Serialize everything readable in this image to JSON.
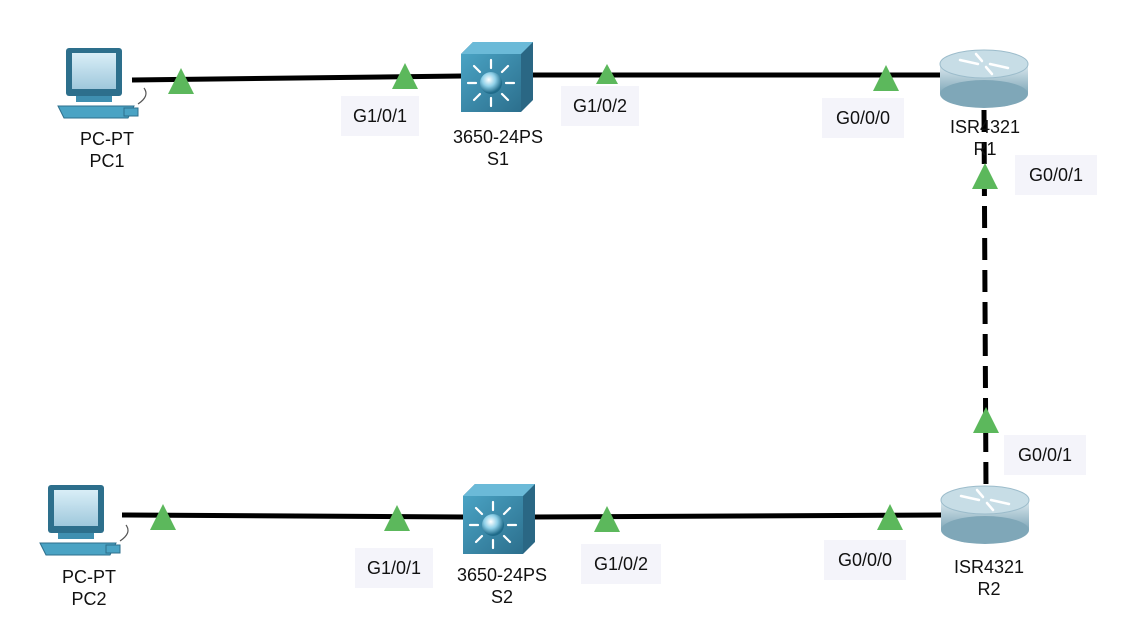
{
  "devices": {
    "pc1": {
      "model": "PC-PT",
      "name": "PC1"
    },
    "s1": {
      "model": "3650-24PS",
      "name": "S1"
    },
    "r1": {
      "model": "ISR4321",
      "name": "R1"
    },
    "pc2": {
      "model": "PC-PT",
      "name": "PC2"
    },
    "s2": {
      "model": "3650-24PS",
      "name": "S2"
    },
    "r2": {
      "model": "ISR4321",
      "name": "R2"
    }
  },
  "ports": {
    "s1_g101": "G1/0/1",
    "s1_g102": "G1/0/2",
    "r1_g000": "G0/0/0",
    "r1_g001": "G0/0/1",
    "r2_g001": "G0/0/1",
    "s2_g101": "G1/0/1",
    "s2_g102": "G1/0/2",
    "r2_g000": "G0/0/0"
  },
  "colors": {
    "link": "#000000",
    "link_up_marker": "#5cb85c",
    "device_blue": "#3f8fb0",
    "router_silver": "#a9c9d6"
  },
  "links": [
    {
      "from": "PC1",
      "to": "S1",
      "style": "straight"
    },
    {
      "from": "S1",
      "to": "R1",
      "style": "straight"
    },
    {
      "from": "R1",
      "to": "R2",
      "style": "crossover-dashed"
    },
    {
      "from": "PC2",
      "to": "S2",
      "style": "straight"
    },
    {
      "from": "S2",
      "to": "R2",
      "style": "straight"
    }
  ]
}
